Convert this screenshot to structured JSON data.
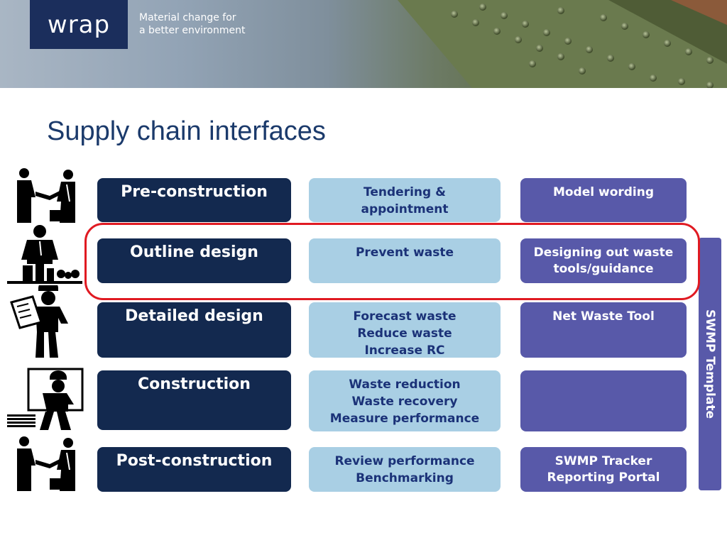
{
  "header": {
    "logo_text": "wrap",
    "tagline_line1": "Material change for",
    "tagline_line2": "a better environment"
  },
  "slide_title": "Supply chain interfaces",
  "rows": [
    {
      "stage": "Pre-construction",
      "activity": "Tendering &\nappointment",
      "tool": "Model wording"
    },
    {
      "stage": "Outline design",
      "activity": "Prevent waste",
      "tool": "Designing out waste\ntools/guidance"
    },
    {
      "stage": "Detailed design",
      "activity": "Forecast waste\nReduce waste\nIncrease RC",
      "tool": "Net Waste Tool"
    },
    {
      "stage": "Construction",
      "activity": "Waste reduction\nWaste recovery\nMeasure performance",
      "tool": ""
    },
    {
      "stage": "Post-construction",
      "activity": "Review performance\nBenchmarking",
      "tool": "SWMP Tracker\nReporting Portal"
    }
  ],
  "side_bar_label": "SWMP Template",
  "figures": [
    "handshake-icon",
    "businessman-city-icon",
    "worker-blueprint-icon",
    "worker-whiteboard-icon",
    "handshake-icon"
  ],
  "colors": {
    "brand_navy": "#1b2e5c",
    "stage_fill": "#13294f",
    "activity_fill": "#a9cfe4",
    "tool_fill": "#5859a9",
    "highlight": "#e01a22",
    "title": "#1b3a6b"
  }
}
